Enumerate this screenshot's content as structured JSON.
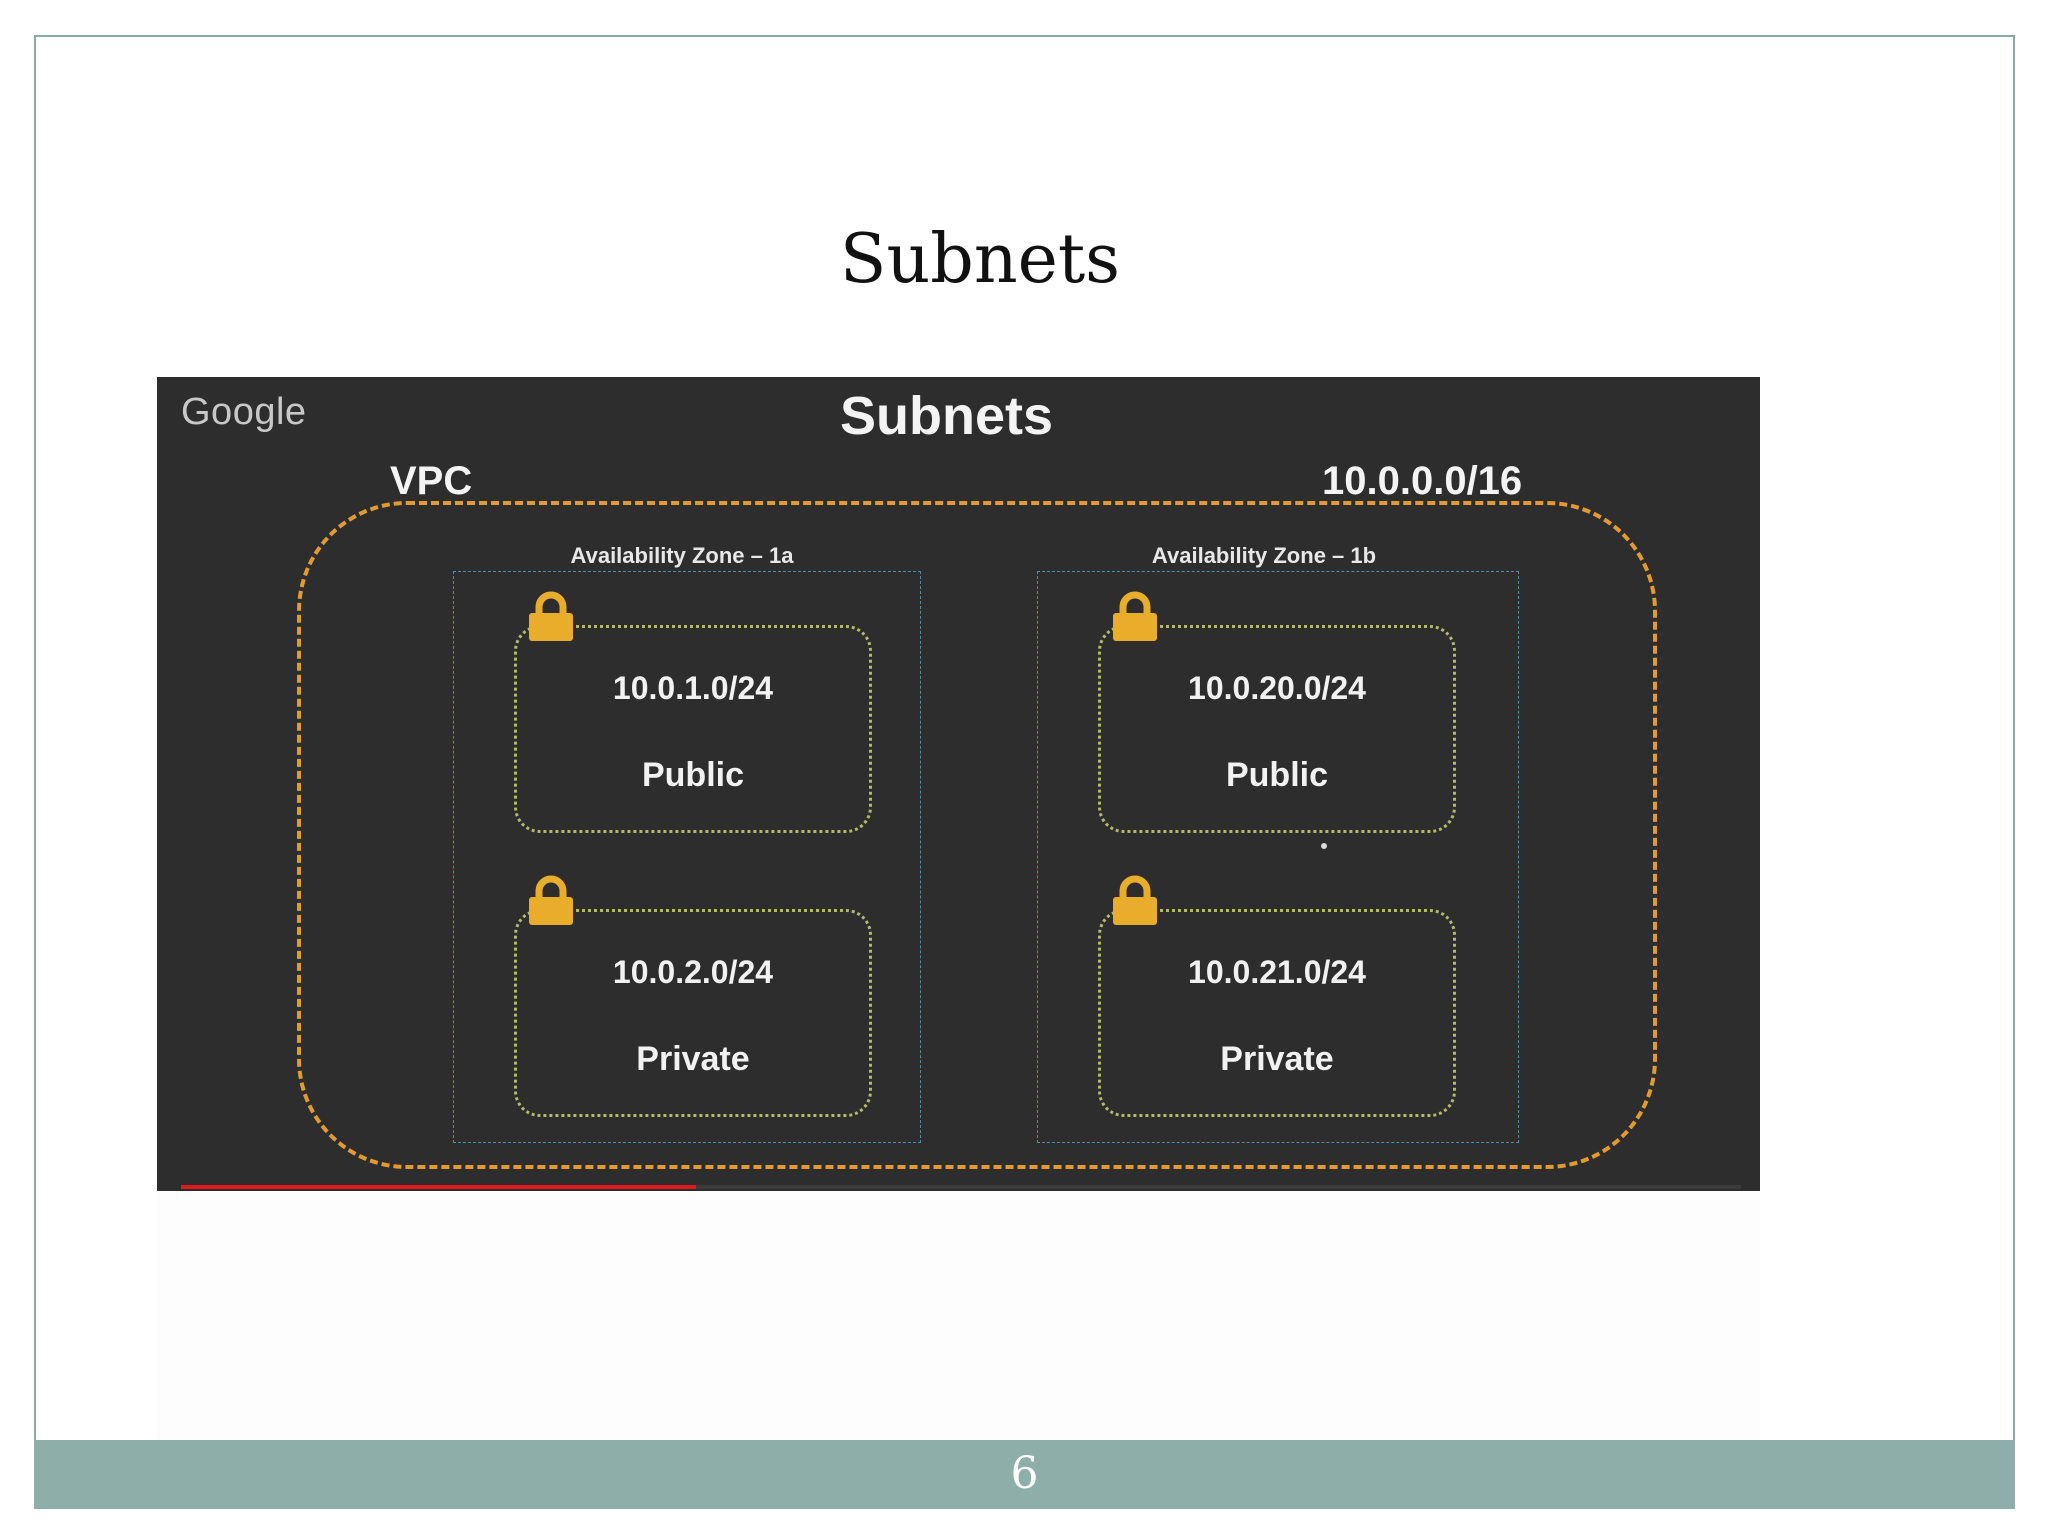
{
  "slide": {
    "title": "Subnets",
    "page_number": "6"
  },
  "embedded_image": {
    "logo_text": "Google",
    "title": "Subnets",
    "vpc_label": "VPC",
    "vpc_cidr": "10.0.0.0/16",
    "vpc_border_color": "#e39a2f",
    "video_progress": 0.33,
    "availability_zones": [
      {
        "label": "Availability Zone  –  1a",
        "subnets": [
          {
            "cidr": "10.0.1.0/24",
            "type": "Public",
            "icon": "lock-icon"
          },
          {
            "cidr": "10.0.2.0/24",
            "type": "Private",
            "icon": "lock-icon"
          }
        ]
      },
      {
        "label": "Availability Zone  –  1b",
        "subnets": [
          {
            "cidr": "10.0.20.0/24",
            "type": "Public",
            "icon": "lock-icon"
          },
          {
            "cidr": "10.0.21.0/24",
            "type": "Private",
            "icon": "lock-icon"
          }
        ]
      }
    ]
  }
}
